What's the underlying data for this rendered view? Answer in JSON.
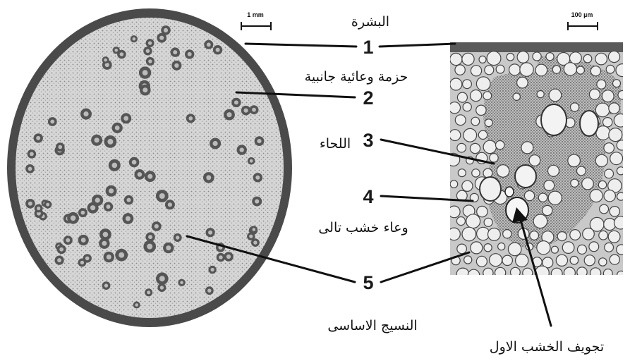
{
  "figure": {
    "scale_bars": {
      "left": "1 mm",
      "right": "100 µm"
    },
    "labels": [
      {
        "number": "1",
        "text": "البشرة"
      },
      {
        "number": "2",
        "text": "حزمة وعائية جانبية"
      },
      {
        "number": "3",
        "text": "اللحاء"
      },
      {
        "number": "4",
        "text": "وعاء خشب تالى"
      },
      {
        "number": "5",
        "text": "النسيج الاساسى"
      }
    ],
    "extra_label": {
      "text": "تجويف الخشب الاول"
    }
  }
}
